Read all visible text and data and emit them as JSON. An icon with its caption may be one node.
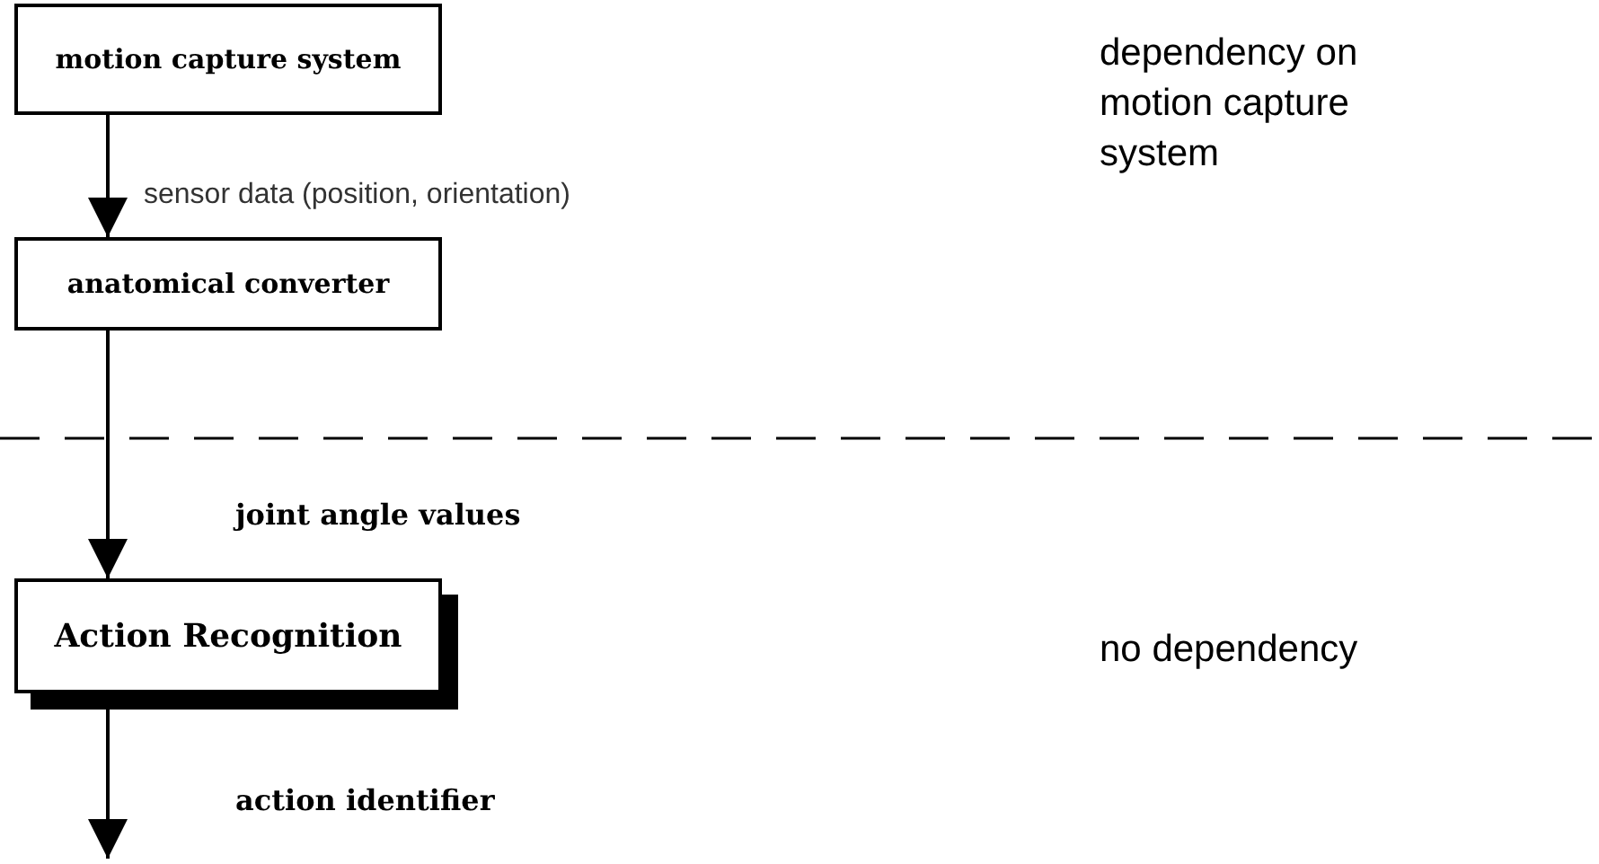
{
  "diagram": {
    "nodes": [
      {
        "text": [
          "motion capture system"
        ]
      },
      {
        "text": [
          "anatomical converter"
        ]
      },
      {
        "text": [
          "Action Recognition"
        ]
      }
    ],
    "edges": [
      {
        "from": 0,
        "to": 1,
        "arrow": "to",
        "label": "sensor data (position, orientation)"
      },
      {
        "from": 1,
        "to": 2,
        "arrow": "to",
        "label": "joint angle values"
      },
      {
        "from": 2,
        "to": null,
        "arrow": "to",
        "label": "action identifier"
      }
    ],
    "labels": [
      "dependency on motion capture system",
      "no dependency"
    ]
  }
}
